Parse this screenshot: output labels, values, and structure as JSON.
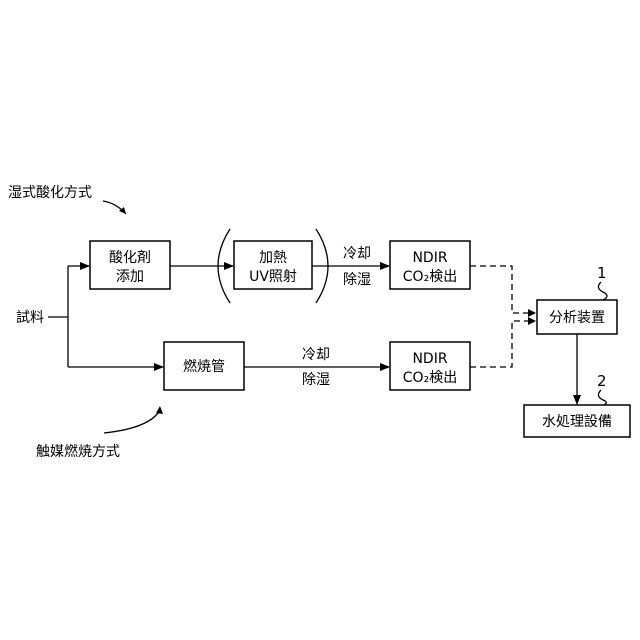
{
  "labels": {
    "wet_method": "湿式酸化方式",
    "catalytic_method": "触媒燃焼方式",
    "sample": "試料"
  },
  "boxes": {
    "oxidant_line1": "酸化剤",
    "oxidant_line2": "添加",
    "heat_line1": "加熱",
    "heat_line2": "UV照射",
    "ndir1_line1": "NDIR",
    "ndir1_line2": "CO₂検出",
    "combustion": "燃焼管",
    "ndir2_line1": "NDIR",
    "ndir2_line2": "CO₂検出",
    "analyzer": "分析装置",
    "water_facility": "水処理設備"
  },
  "edge_labels": {
    "cool1_line1": "冷却",
    "cool1_line2": "除湿",
    "cool2_line1": "冷却",
    "cool2_line2": "除湿"
  },
  "reference_numbers": {
    "analyzer": "1",
    "water_facility": "2"
  }
}
